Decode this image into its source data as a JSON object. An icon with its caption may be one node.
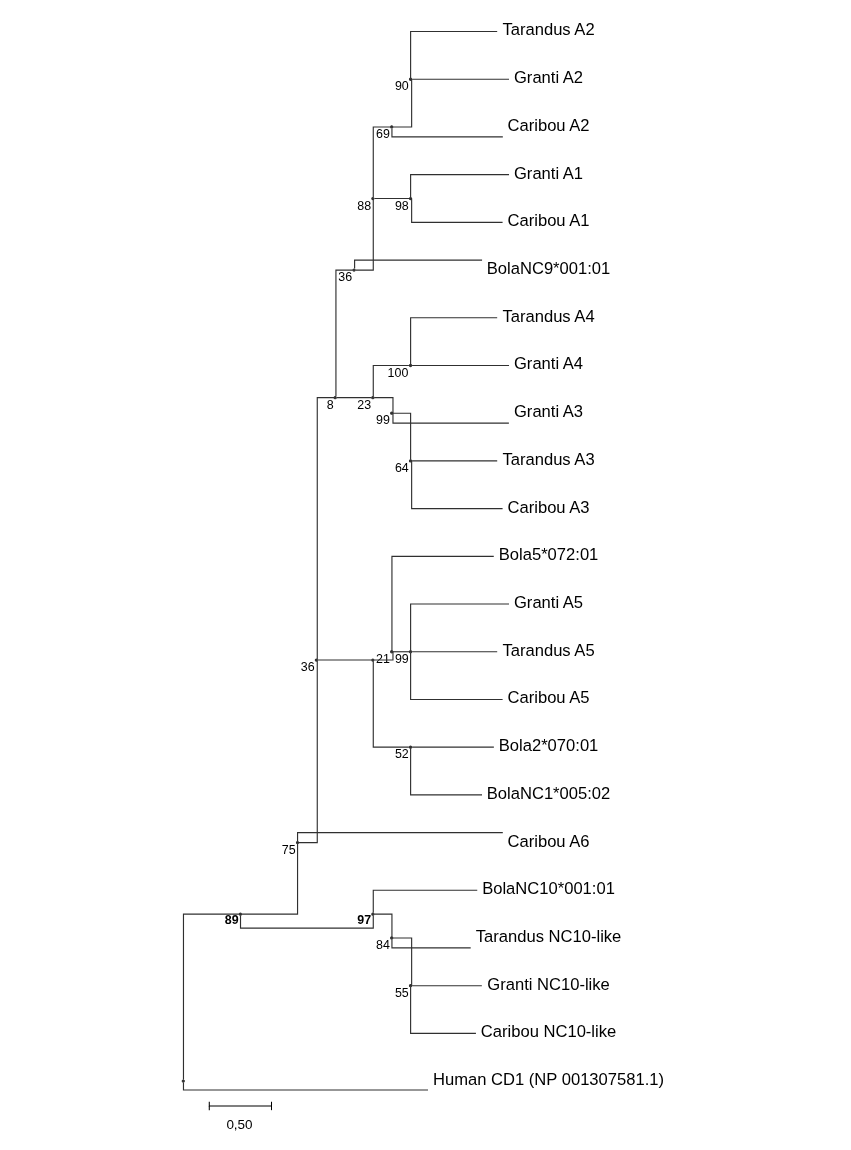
{
  "diagram": {
    "nodes": [
      {
        "text": [],
        "shape": "point"
      },
      {
        "text": [],
        "shape": "point",
        "beside": [
          "89"
        ]
      },
      {
        "text": [],
        "shape": "point",
        "beside": [
          "75"
        ]
      },
      {
        "text": [],
        "shape": "point",
        "beside": [
          "36"
        ]
      },
      {
        "text": [],
        "shape": "point",
        "beside": [
          "8"
        ]
      },
      {
        "text": [],
        "shape": "point",
        "beside": [
          "36"
        ]
      },
      {
        "text": [],
        "shape": "point",
        "beside": [
          "88"
        ]
      },
      {
        "text": [],
        "shape": "point",
        "beside": [
          "69"
        ]
      },
      {
        "text": [],
        "shape": "point",
        "beside": [
          "90"
        ]
      },
      {
        "text": [
          "Tarandus A2"
        ]
      },
      {
        "text": [
          "Granti A2"
        ]
      },
      {
        "text": [
          "Caribou A2"
        ]
      },
      {
        "text": [],
        "shape": "point",
        "beside": [
          "98"
        ]
      },
      {
        "text": [
          "Granti A1"
        ]
      },
      {
        "text": [
          "Caribou A1"
        ]
      },
      {
        "text": [
          "BolaNC9*001:01"
        ]
      },
      {
        "text": [],
        "shape": "point",
        "beside": [
          "23"
        ]
      },
      {
        "text": [],
        "shape": "point",
        "beside": [
          "100"
        ]
      },
      {
        "text": [
          "Tarandus A4"
        ]
      },
      {
        "text": [
          "Granti A4"
        ]
      },
      {
        "text": [],
        "shape": "point",
        "beside": [
          "99"
        ]
      },
      {
        "text": [
          "Granti A3"
        ]
      },
      {
        "text": [],
        "shape": "point",
        "beside": [
          "64"
        ]
      },
      {
        "text": [
          "Tarandus A3"
        ]
      },
      {
        "text": [
          "Caribou A3"
        ]
      },
      {
        "text": [],
        "shape": "point"
      },
      {
        "text": [],
        "shape": "point",
        "beside": [
          "21"
        ]
      },
      {
        "text": [
          "Bola5*072:01"
        ]
      },
      {
        "text": [],
        "shape": "point",
        "beside": [
          "99"
        ]
      },
      {
        "text": [
          "Granti A5"
        ]
      },
      {
        "text": [
          "Tarandus A5"
        ]
      },
      {
        "text": [
          "Caribou A5"
        ]
      },
      {
        "text": [],
        "shape": "point",
        "beside": [
          "52"
        ]
      },
      {
        "text": [
          "Bola2*070:01"
        ]
      },
      {
        "text": [
          "BolaNC1*005:02"
        ]
      },
      {
        "text": [
          "Caribou A6"
        ]
      },
      {
        "text": [],
        "shape": "point",
        "beside": [
          "97"
        ]
      },
      {
        "text": [
          "BolaNC10*001:01"
        ]
      },
      {
        "text": [],
        "shape": "point",
        "beside": [
          "84"
        ]
      },
      {
        "text": [
          "Tarandus NC10-like"
        ]
      },
      {
        "text": [],
        "shape": "point",
        "beside": [
          "55"
        ]
      },
      {
        "text": [
          "Granti NC10-like"
        ]
      },
      {
        "text": [
          "Caribou NC10-like"
        ]
      },
      {
        "text": [
          "Human CD1 (NP 001307581.1)"
        ]
      }
    ],
    "edges": [
      {
        "from": 0,
        "to": 1,
        "arrow": "none"
      },
      {
        "from": 0,
        "to": 43,
        "arrow": "none"
      },
      {
        "from": 1,
        "to": 2,
        "arrow": "none"
      },
      {
        "from": 1,
        "to": 36,
        "arrow": "none"
      },
      {
        "from": 2,
        "to": 3,
        "arrow": "none"
      },
      {
        "from": 2,
        "to": 35,
        "arrow": "none"
      },
      {
        "from": 3,
        "to": 4,
        "arrow": "none"
      },
      {
        "from": 3,
        "to": 25,
        "arrow": "none"
      },
      {
        "from": 4,
        "to": 5,
        "arrow": "none"
      },
      {
        "from": 4,
        "to": 16,
        "arrow": "none"
      },
      {
        "from": 5,
        "to": 6,
        "arrow": "none"
      },
      {
        "from": 5,
        "to": 15,
        "arrow": "none"
      },
      {
        "from": 6,
        "to": 7,
        "arrow": "none"
      },
      {
        "from": 6,
        "to": 12,
        "arrow": "none"
      },
      {
        "from": 7,
        "to": 8,
        "arrow": "none"
      },
      {
        "from": 7,
        "to": 11,
        "arrow": "none"
      },
      {
        "from": 8,
        "to": 9,
        "arrow": "none"
      },
      {
        "from": 8,
        "to": 10,
        "arrow": "none"
      },
      {
        "from": 12,
        "to": 13,
        "arrow": "none"
      },
      {
        "from": 12,
        "to": 14,
        "arrow": "none"
      },
      {
        "from": 16,
        "to": 17,
        "arrow": "none"
      },
      {
        "from": 16,
        "to": 20,
        "arrow": "none"
      },
      {
        "from": 17,
        "to": 18,
        "arrow": "none"
      },
      {
        "from": 17,
        "to": 19,
        "arrow": "none"
      },
      {
        "from": 20,
        "to": 21,
        "arrow": "none"
      },
      {
        "from": 20,
        "to": 22,
        "arrow": "none"
      },
      {
        "from": 22,
        "to": 23,
        "arrow": "none"
      },
      {
        "from": 22,
        "to": 24,
        "arrow": "none"
      },
      {
        "from": 25,
        "to": 26,
        "arrow": "none"
      },
      {
        "from": 25,
        "to": 32,
        "arrow": "none"
      },
      {
        "from": 26,
        "to": 27,
        "arrow": "none"
      },
      {
        "from": 26,
        "to": 28,
        "arrow": "none"
      },
      {
        "from": 28,
        "to": 29,
        "arrow": "none"
      },
      {
        "from": 28,
        "to": 30,
        "arrow": "none"
      },
      {
        "from": 28,
        "to": 31,
        "arrow": "none"
      },
      {
        "from": 32,
        "to": 33,
        "arrow": "none"
      },
      {
        "from": 32,
        "to": 34,
        "arrow": "none"
      },
      {
        "from": 36,
        "to": 37,
        "arrow": "none"
      },
      {
        "from": 36,
        "to": 38,
        "arrow": "none"
      },
      {
        "from": 38,
        "to": 39,
        "arrow": "none"
      },
      {
        "from": 38,
        "to": 40,
        "arrow": "none"
      },
      {
        "from": 40,
        "to": 41,
        "arrow": "none"
      },
      {
        "from": 40,
        "to": 42,
        "arrow": "none"
      }
    ],
    "labels": [
      "0,50"
    ]
  }
}
